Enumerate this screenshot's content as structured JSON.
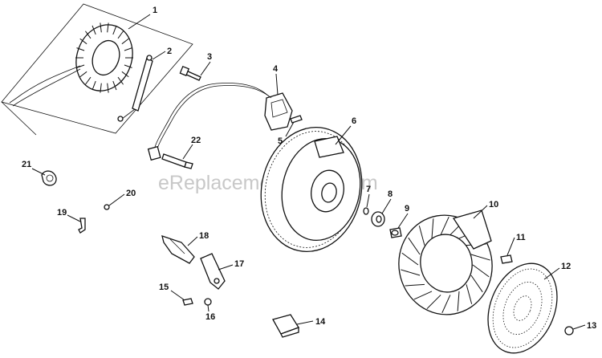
{
  "watermark": "eReplacementParts.com",
  "callouts": [
    {
      "id": "1",
      "label": "1"
    },
    {
      "id": "2",
      "label": "2"
    },
    {
      "id": "3",
      "label": "3"
    },
    {
      "id": "4",
      "label": "4"
    },
    {
      "id": "5",
      "label": "5"
    },
    {
      "id": "6",
      "label": "6"
    },
    {
      "id": "7",
      "label": "7"
    },
    {
      "id": "8",
      "label": "8"
    },
    {
      "id": "9",
      "label": "9"
    },
    {
      "id": "10",
      "label": "10"
    },
    {
      "id": "11",
      "label": "11"
    },
    {
      "id": "12",
      "label": "12"
    },
    {
      "id": "13",
      "label": "13"
    },
    {
      "id": "14",
      "label": "14"
    },
    {
      "id": "15",
      "label": "15"
    },
    {
      "id": "16",
      "label": "16"
    },
    {
      "id": "17",
      "label": "17"
    },
    {
      "id": "18",
      "label": "18"
    },
    {
      "id": "19",
      "label": "19"
    },
    {
      "id": "20",
      "label": "20"
    },
    {
      "id": "21",
      "label": "21"
    },
    {
      "id": "22",
      "label": "22"
    }
  ]
}
